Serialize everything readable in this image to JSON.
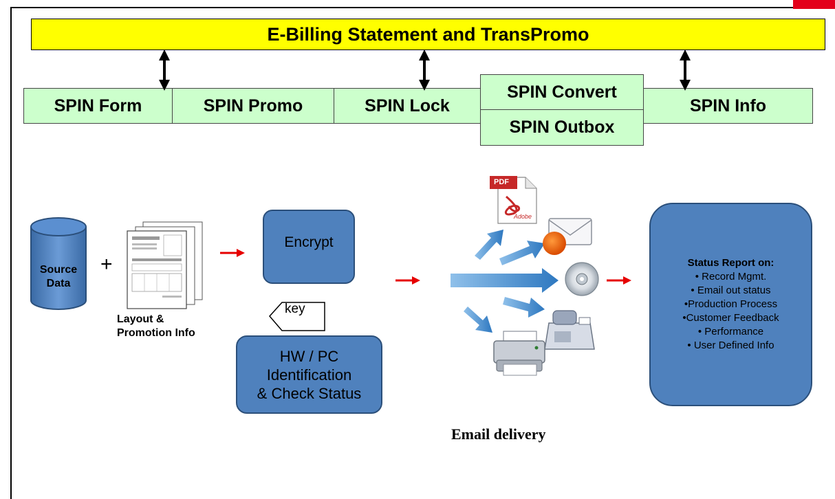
{
  "banner": {
    "title": "E-Billing Statement and TransPromo"
  },
  "modules": {
    "form": "SPIN Form",
    "promo": "SPIN Promo",
    "lock": "SPIN Lock",
    "convert": "SPIN Convert",
    "outbox": "SPIN Outbox",
    "info": "SPIN Info"
  },
  "flow": {
    "source": "Source\nData",
    "plus": "+",
    "layout_label": "Layout &\nPromotion Info",
    "encrypt": "Encrypt",
    "key": "key",
    "hw_pc": "HW / PC\nIdentification\n& Check Status",
    "email_delivery": "Email delivery",
    "pdf_label": "PDF",
    "adobe_label": "Adobe"
  },
  "status_report": {
    "title": "Status Report on:",
    "items": [
      "• Record Mgmt.",
      "• Email out status",
      "•Production Process",
      "•Customer Feedback",
      "• Performance",
      "• User Defined Info"
    ]
  },
  "colors": {
    "banner": "#ffff00",
    "module": "#ccffcc",
    "box": "#4f81bd",
    "arrow_red": "#e60000",
    "arrow_blue": "#3e86c6",
    "accent_red": "#e3001b"
  }
}
